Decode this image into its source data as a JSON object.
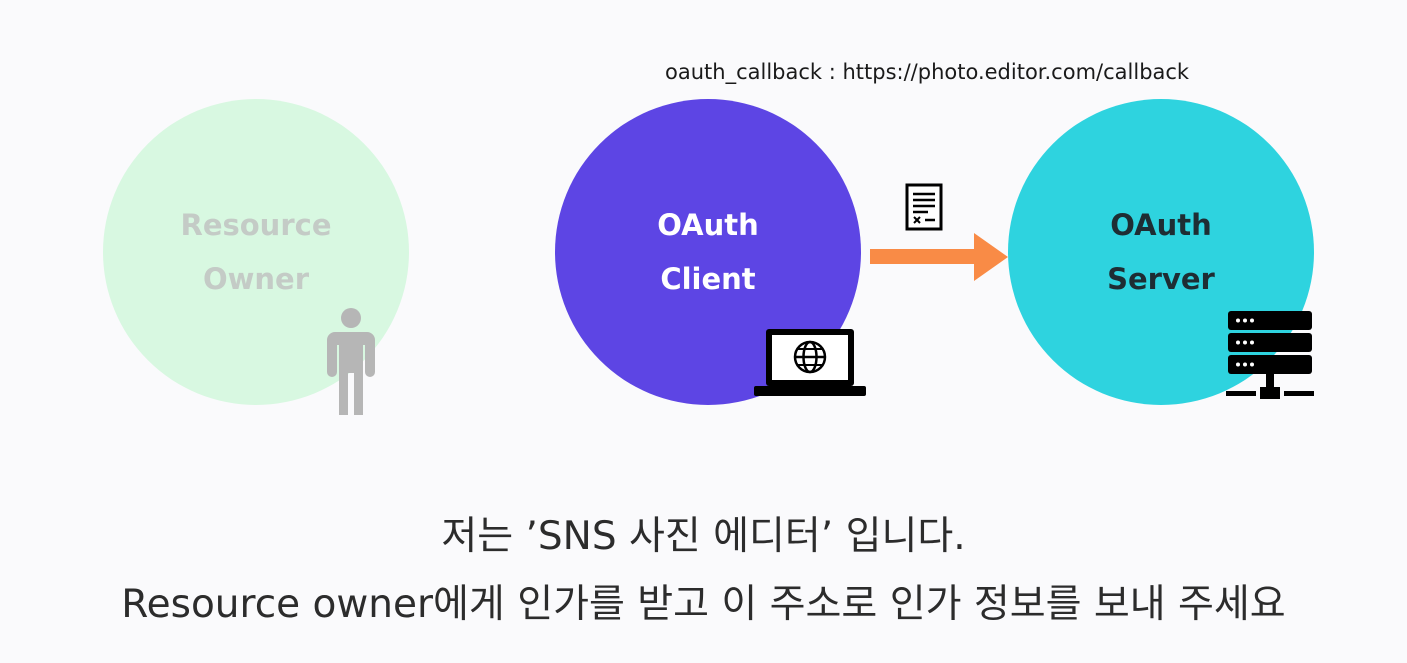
{
  "callback_label": "oauth_callback : https://photo.editor.com/callback",
  "nodes": {
    "resource_owner": {
      "line1": "Resource",
      "line2": "Owner",
      "color": "#d8f8e1"
    },
    "oauth_client": {
      "line1": "OAuth",
      "line2": "Client",
      "color": "#5d45e4"
    },
    "oauth_server": {
      "line1": "OAuth",
      "line2": "Server",
      "color": "#2ed3df"
    }
  },
  "arrow_color": "#f98b46",
  "icons": [
    "person-icon",
    "laptop-globe-icon",
    "document-icon",
    "server-rack-icon"
  ],
  "caption": {
    "line1": "저는 ’SNS 사진 에디터’ 입니다.",
    "line2": "Resource owner에게 인가를 받고 이 주소로 인가 정보를 보내 주세요"
  }
}
